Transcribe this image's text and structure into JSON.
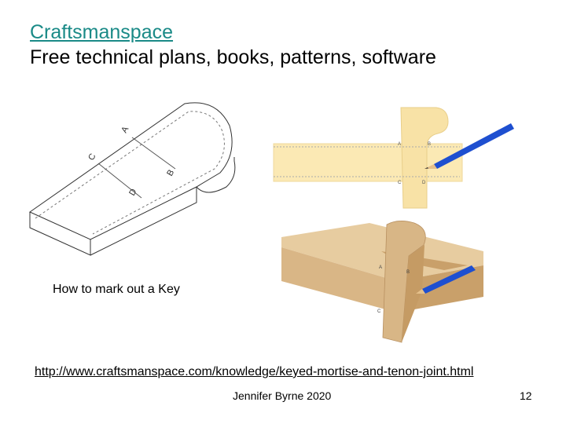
{
  "slide": {
    "title_link": "Craftsmanspace",
    "subtitle": "Free technical plans, books, patterns, software",
    "caption": "How to mark out a Key",
    "url": "http://www.craftsmanspace.com/knowledge/keyed-mortise-and-tenon-joint.html",
    "author": "Jennifer Byrne 2020",
    "page_number": "12"
  },
  "figures": {
    "key_drawing_labels": [
      "A",
      "B",
      "C",
      "D"
    ],
    "marking_labels": [
      "A",
      "B",
      "C",
      "D"
    ],
    "joint_labels": [
      "A",
      "B",
      "C"
    ]
  },
  "colors": {
    "link": "#1a8a87",
    "wood": "#d8b686",
    "wood_light": "#fbe9b4",
    "pencil": "#1e4fd0"
  }
}
